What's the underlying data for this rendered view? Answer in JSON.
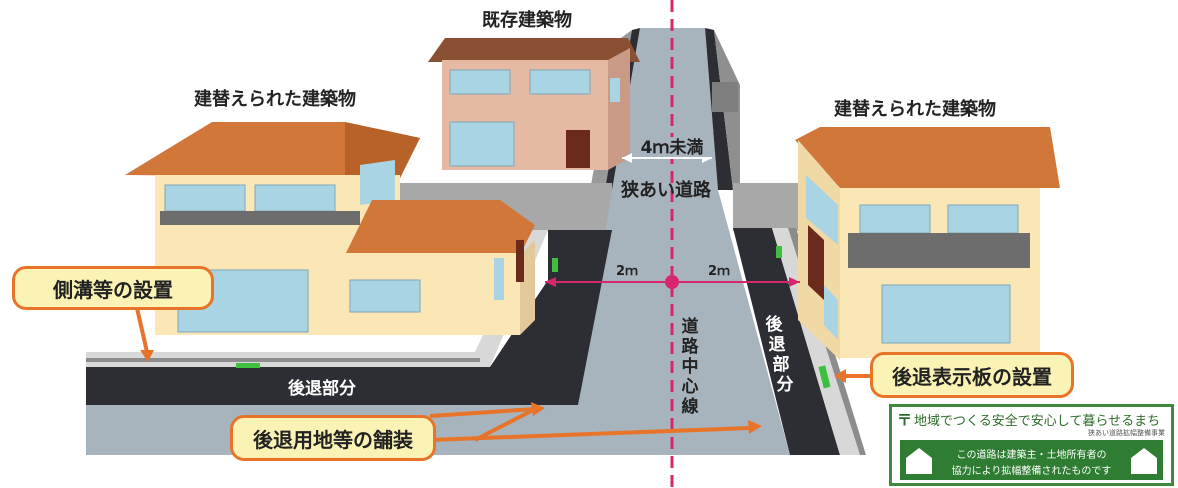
{
  "labels": {
    "existing_building": "既存建築物",
    "rebuilt_left": "建替えられた建築物",
    "rebuilt_right": "建替えられた建築物",
    "road_width": "4ｍ未満",
    "narrow_road": "狭あい道路",
    "two_m_left": "2ｍ",
    "two_m_right": "2ｍ",
    "center_line": [
      "道",
      "路",
      "中",
      "心",
      "線"
    ],
    "setback_left": "後退部分",
    "setback_right": [
      "後",
      "退",
      "部",
      "分"
    ]
  },
  "callouts": {
    "side_ditch": "側溝等の設置",
    "sign_install": "後退表示板の設置",
    "paving": "後退用地等の舗装"
  },
  "sign": {
    "slogan": "地域でつくる安全で安心して暮らせるまち",
    "sub": "狭あい道路拡幅整備事業",
    "line1": "この道路は建築主・土地所有者の",
    "line2": "協力により拡幅整備されたものです"
  },
  "colors": {
    "road": "#a8b4bd",
    "setback": "#2c2e33",
    "orange": "#e8742a",
    "center_line": "#d6276e",
    "green": "#3f8a3a"
  }
}
